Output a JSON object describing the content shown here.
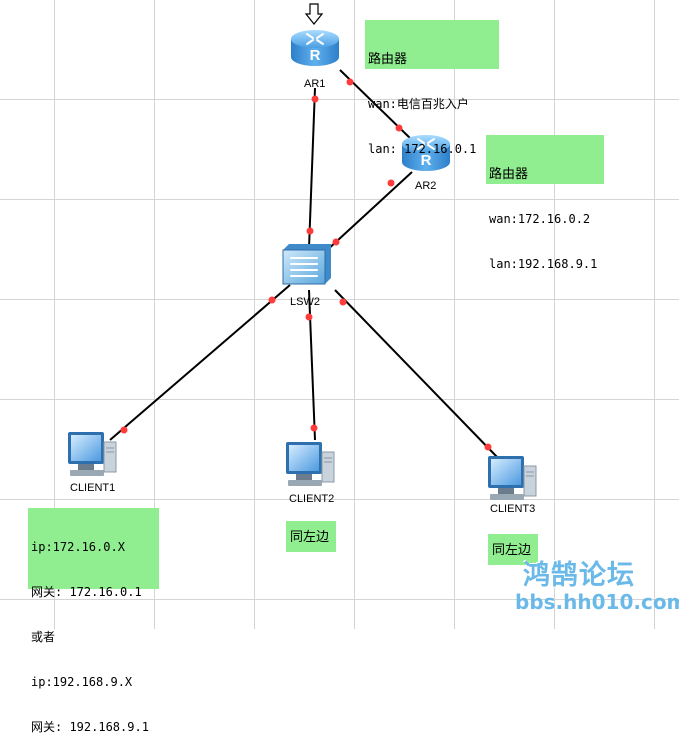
{
  "nodes": {
    "ar1": {
      "label": "AR1"
    },
    "ar2": {
      "label": "AR2"
    },
    "lsw2": {
      "label": "LSW2"
    },
    "client1": {
      "label": "CLIENT1"
    },
    "client2": {
      "label": "CLIENT2"
    },
    "client3": {
      "label": "CLIENT3"
    }
  },
  "notes": {
    "ar1": [
      "路由器",
      "wan:电信百兆入户",
      "lan: 172.16.0.1"
    ],
    "ar2": [
      "路由器",
      "wan:172.16.0.2",
      "lan:192.168.9.1"
    ],
    "client1": [
      "ip:172.16.0.X",
      "网关: 172.16.0.1",
      "或者",
      "ip:192.168.9.X",
      "网关: 192.168.9.1"
    ],
    "client2": "同左边",
    "client3": "同左边"
  },
  "watermark": {
    "name": "鸿鹄论坛",
    "url": "bbs.hh010.com"
  },
  "colors": {
    "note_bg": "#90ee90",
    "link": "#000000",
    "port_dot": "#ff3b3b",
    "grid": "#d4d4d4",
    "router": "#3d8fd6",
    "watermark": "#6bb9e8"
  }
}
